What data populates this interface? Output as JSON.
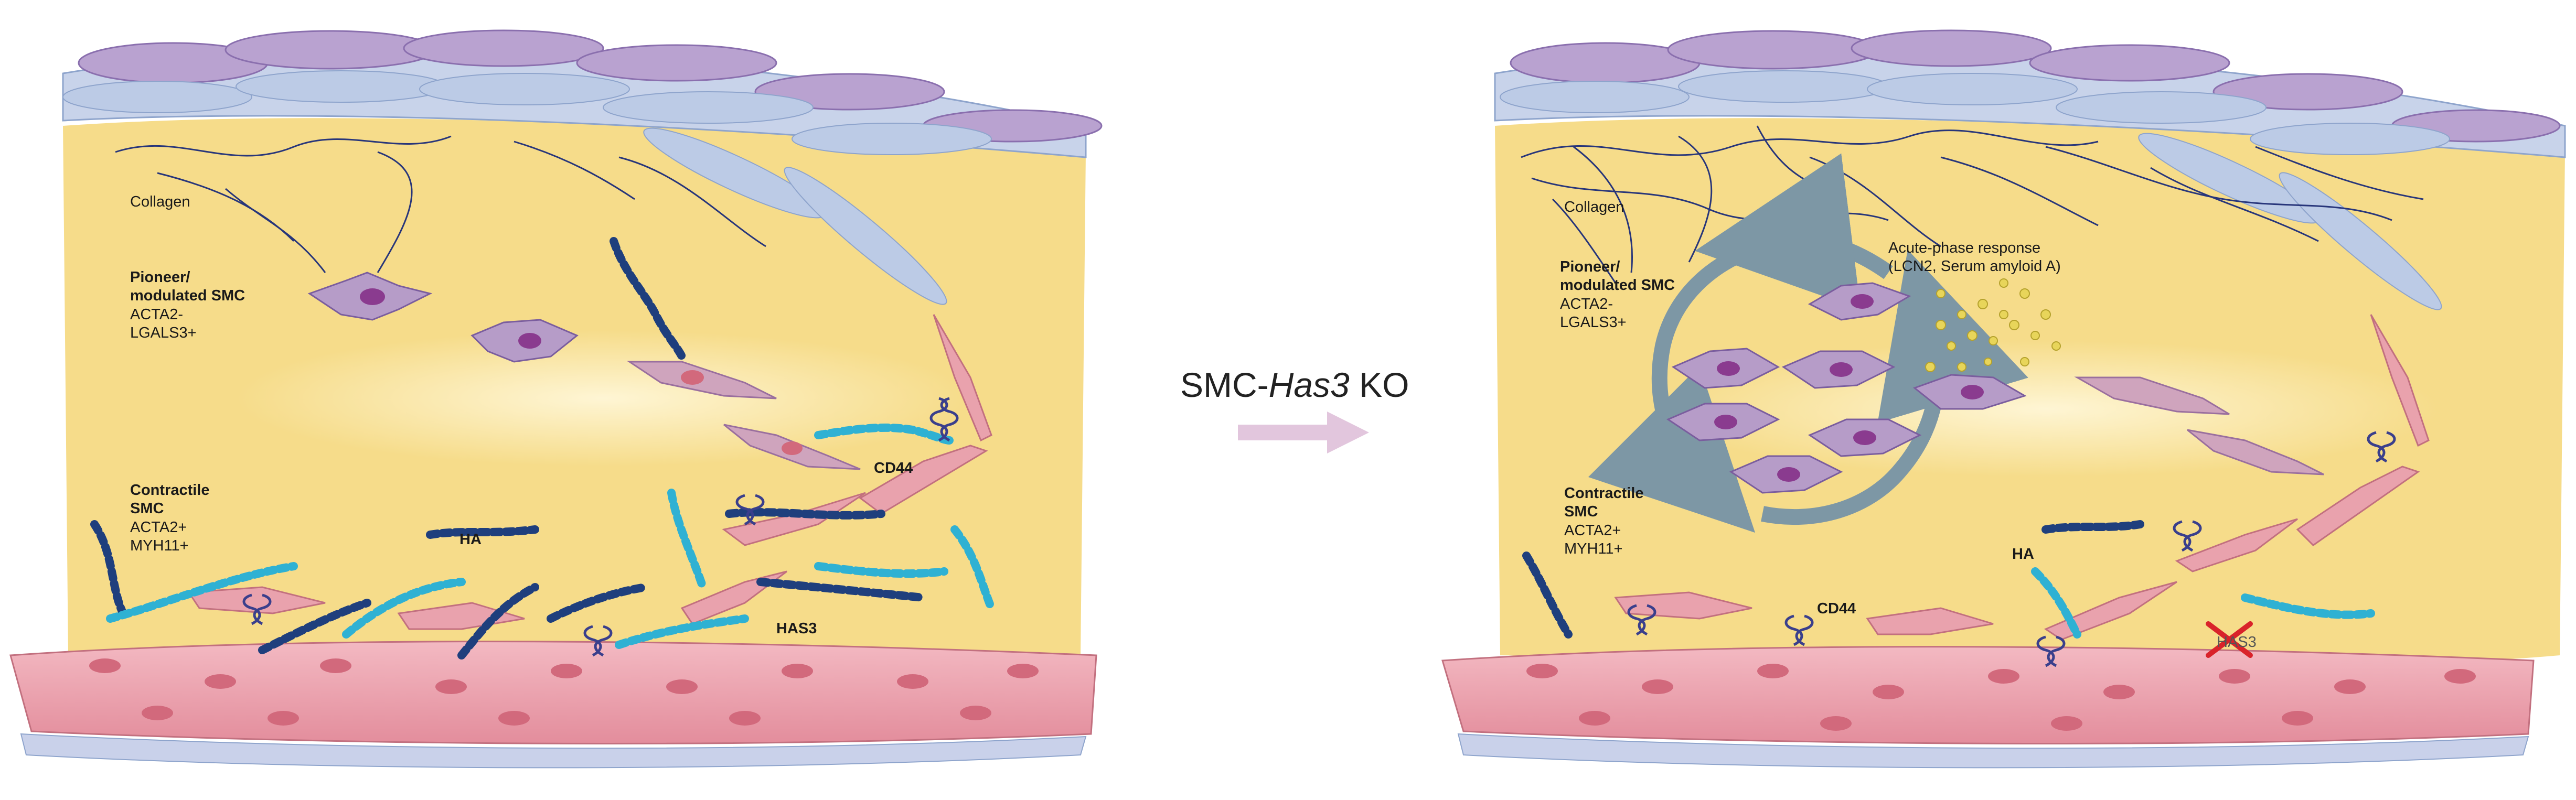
{
  "center": {
    "title_prefix": "SMC-",
    "title_gene": "Has3",
    "title_suffix": " KO",
    "arrow_color": "#e2c6dd"
  },
  "left_panel": {
    "collagen": "Collagen",
    "pioneer_line1": "Pioneer/",
    "pioneer_line2": "modulated SMC",
    "pioneer_marker1": "ACTA2-",
    "pioneer_marker2": "LGALS3+",
    "contractile_line1": "Contractile",
    "contractile_line2": "SMC",
    "contractile_marker1": "ACTA2+",
    "contractile_marker2": "MYH11+",
    "ha": "HA",
    "cd44": "CD44",
    "has3": "HAS3"
  },
  "right_panel": {
    "collagen": "Collagen",
    "acute_line1": "Acute-phase response",
    "acute_line2": "(LCN2, Serum amyloid A)",
    "pioneer_line1": "Pioneer/",
    "pioneer_line2": "modulated SMC",
    "pioneer_marker1": "ACTA2-",
    "pioneer_marker2": "LGALS3+",
    "contractile_line1": "Contractile",
    "contractile_line2": "SMC",
    "contractile_marker1": "ACTA2+",
    "contractile_marker2": "MYH11+",
    "ha": "HA",
    "cd44": "CD44",
    "has3": "HAS3"
  },
  "colors": {
    "matrix": "#f6dc8a",
    "matrix_light": "#fcf1c8",
    "smc_pink": "#e9a2ad",
    "smc_nucleus": "#d2697c",
    "fibroblast_blue": "#b9c8e3",
    "endothelial_purple": "#b79acb",
    "modulated_smc": "#b69cc8",
    "ha_dark": "#1f3f7d",
    "ha_light": "#2fb1d3",
    "cycle_arrow": "#7d97a5",
    "knockout_cross": "#d9232a"
  }
}
